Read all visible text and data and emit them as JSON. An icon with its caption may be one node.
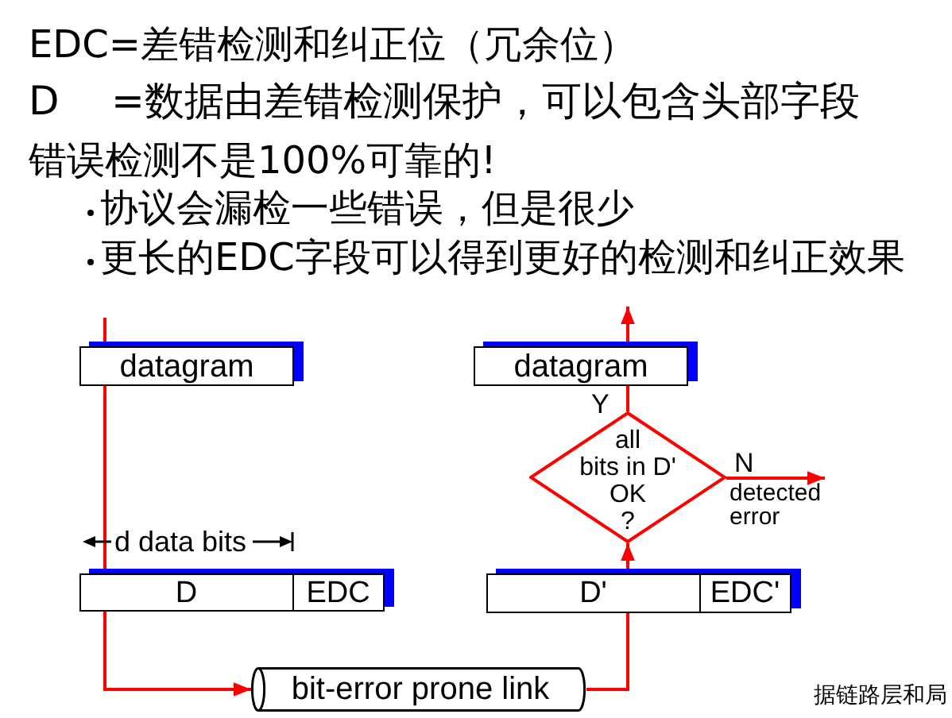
{
  "diagram": {
    "nodes": [
      {
        "text": [
          "datagram"
        ]
      },
      {
        "text": [
          "datagram"
        ]
      },
      {
        "text": [
          "all bits in D' OK ?"
        ]
      },
      {
        "text": [
          "detected error"
        ]
      },
      {
        "text": [
          "D",
          "EDC"
        ]
      },
      {
        "text": [
          "D'",
          "EDC'"
        ]
      },
      {
        "text": [
          "bit-error prone link"
        ]
      }
    ],
    "edges": [
      {
        "from": null,
        "to": 0,
        "arrow": "none"
      },
      {
        "from": 0,
        "to": 4,
        "arrow": "none"
      },
      {
        "from": 4,
        "to": 6,
        "arrow": "to"
      },
      {
        "from": 6,
        "to": 5,
        "arrow": "none"
      },
      {
        "from": 5,
        "to": 2,
        "arrow": "to"
      },
      {
        "from": 2,
        "to": 1,
        "arrow": "none",
        "label": "Y"
      },
      {
        "from": 1,
        "to": null,
        "arrow": "to"
      },
      {
        "from": 2,
        "to": 3,
        "arrow": "to",
        "label": "N"
      }
    ],
    "labels": [
      "EDC=差错检测和纠正位（冗余位）",
      "D",
      "=数据由差错检测保护，可以包含头部字段",
      "错误检测不是100%可靠的!",
      "协议会漏检一些错误，但是很少",
      "更长的EDC字段可以得到更好的检测和纠正效果",
      "d data bits",
      "据链路层和局"
    ]
  }
}
